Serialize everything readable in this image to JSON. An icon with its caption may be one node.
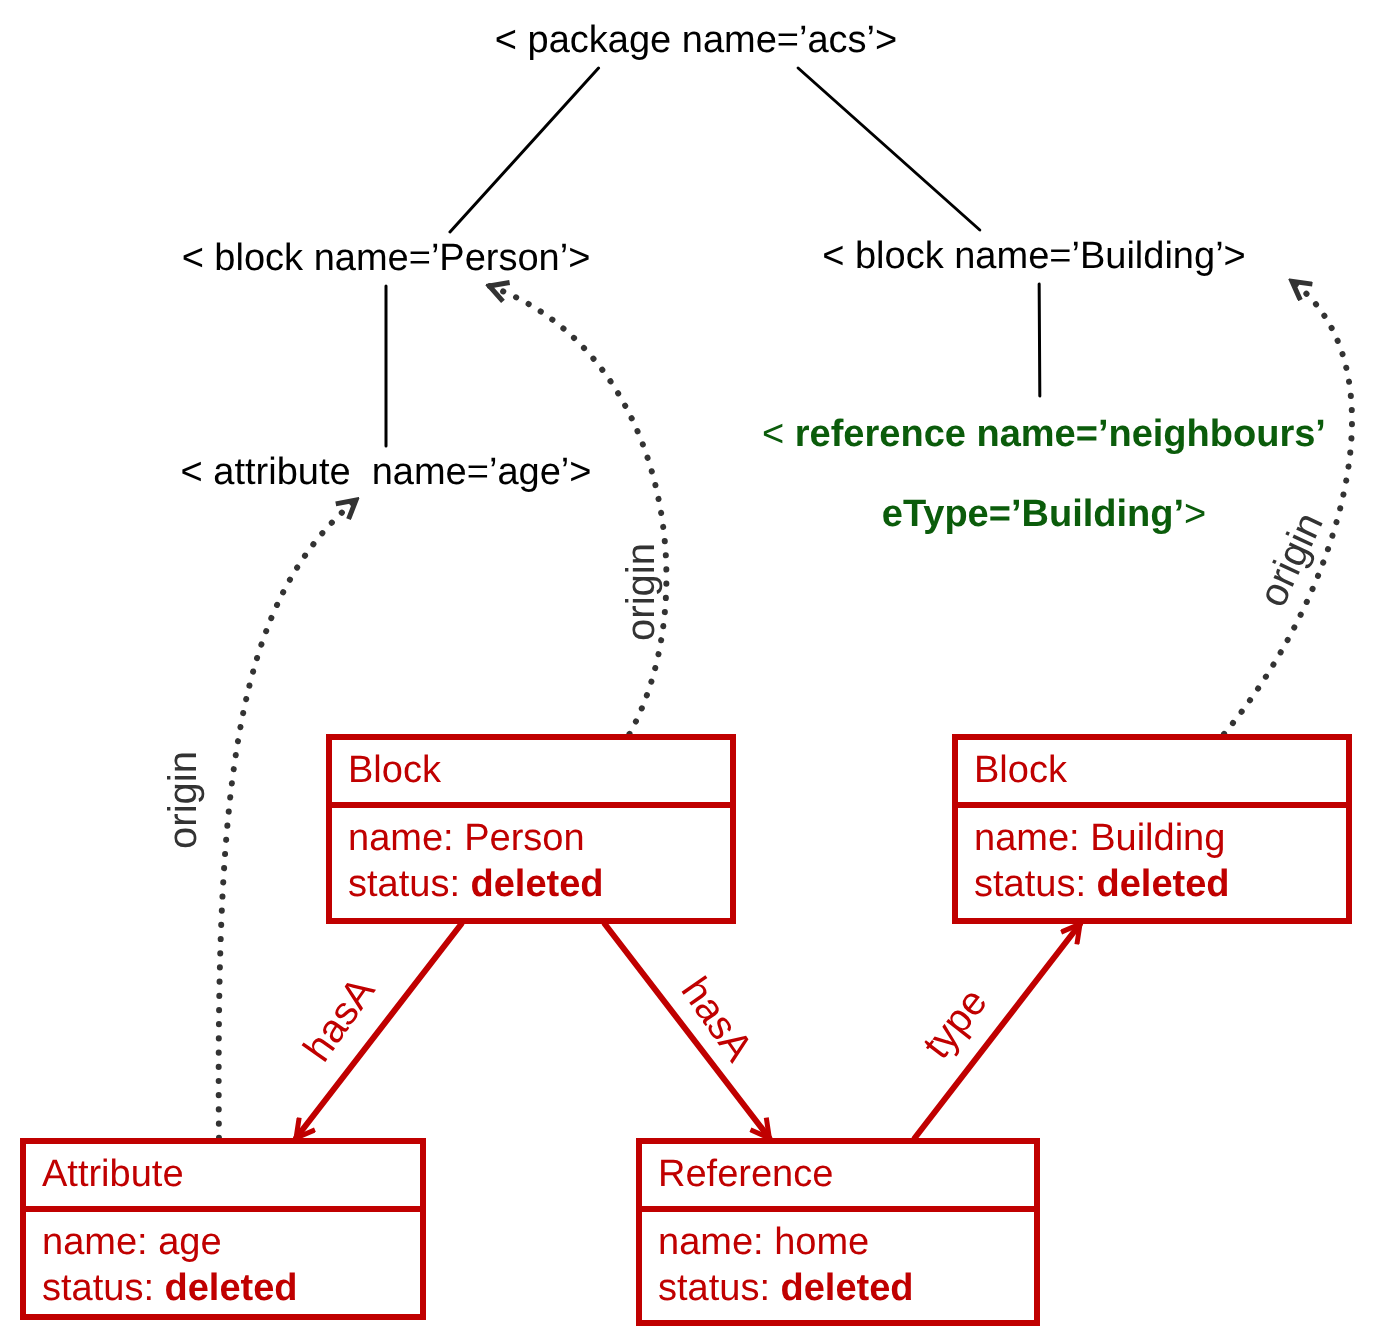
{
  "diagram": {
    "nodes": [
      {
        "text": [
          "< package name=’acs’>"
        ]
      },
      {
        "text": [
          "< block name=’Person’>"
        ]
      },
      {
        "text": [
          "< block name=’Building’>"
        ]
      },
      {
        "text": [
          "< attribute  name=’age’>"
        ]
      },
      {
        "text": [
          "< **reference name=’neighbours’ eType=’Building’**>"
        ]
      },
      {
        "text": [
          "Block",
          "name: Person",
          "status: **deleted**"
        ]
      },
      {
        "text": [
          "Block",
          "name: Building",
          "status: **deleted**"
        ]
      },
      {
        "text": [
          "Attribute",
          "name: age",
          "status: **deleted**"
        ]
      },
      {
        "text": [
          "Reference",
          "name: home",
          "status: **deleted**"
        ]
      }
    ],
    "edges": [
      {
        "from": 0,
        "to": 1,
        "arrow": "none"
      },
      {
        "from": 0,
        "to": 2,
        "arrow": "none"
      },
      {
        "from": 1,
        "to": 3,
        "arrow": "none"
      },
      {
        "from": 2,
        "to": 4,
        "arrow": "none"
      },
      {
        "from": 5,
        "to": 1,
        "arrow": "to",
        "label": "origin",
        "style": "dashed",
        "color": "#333333"
      },
      {
        "from": 6,
        "to": 2,
        "arrow": "to",
        "label": "origin",
        "style": "dashed",
        "color": "#333333"
      },
      {
        "from": 7,
        "to": 3,
        "arrow": "to",
        "label": "origin",
        "style": "dashed",
        "color": "#333333"
      },
      {
        "from": 5,
        "to": 7,
        "arrow": "to",
        "label": "hasA",
        "color": "#c00000"
      },
      {
        "from": 5,
        "to": 8,
        "arrow": "to",
        "label": "hasA",
        "color": "#c00000"
      },
      {
        "from": 8,
        "to": 6,
        "arrow": "to",
        "label": "type",
        "color": "#c00000"
      }
    ]
  }
}
